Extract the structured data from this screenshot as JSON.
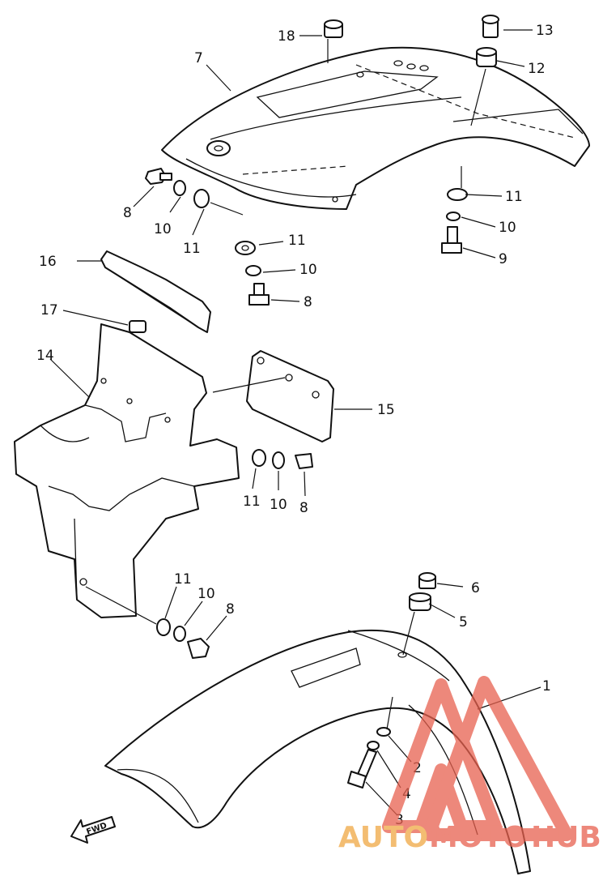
{
  "callouts": {
    "c1": "1",
    "c2": "2",
    "c3": "3",
    "c4": "4",
    "c5": "5",
    "c6": "6",
    "c7": "7",
    "c8a": "8",
    "c8b": "8",
    "c8c": "8",
    "c8d": "8",
    "c9": "9",
    "c10a": "10",
    "c10b": "10",
    "c10c": "10",
    "c10d": "10",
    "c10e": "10",
    "c11a": "11",
    "c11b": "11",
    "c11c": "11",
    "c11d": "11",
    "c11e": "11",
    "c12": "12",
    "c13": "13",
    "c14": "14",
    "c15": "15",
    "c16": "16",
    "c17": "17",
    "c18": "18"
  },
  "fwd_label": "FWD",
  "watermark": {
    "part1": "AUTO",
    "part2": "MOTO",
    "part3": "HUB",
    "color_accent": "#f0a844",
    "color_main": "#e8614f"
  }
}
